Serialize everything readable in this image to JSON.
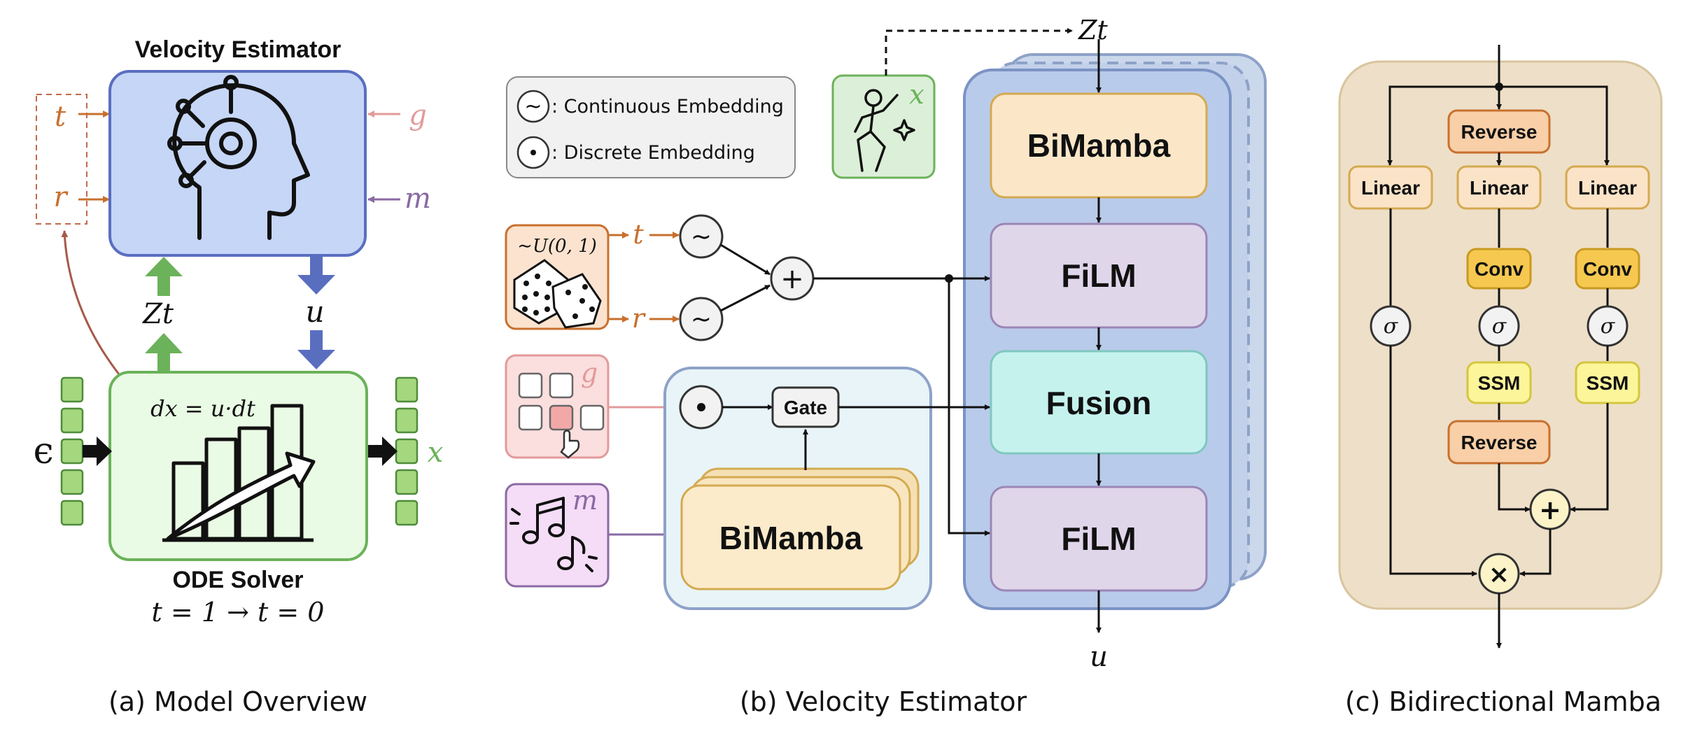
{
  "overview": {
    "velocity_title": "Velocity Estimator",
    "ode_title": "ODE Solver",
    "ode_equation": "dx = u·dt",
    "ode_time": "t = 1 → t = 0",
    "var_t": "t",
    "var_r": "r",
    "var_g": "g",
    "var_m": "m",
    "var_zt": "Zt",
    "var_u": "u",
    "var_eps": "ϵ",
    "var_x": "x",
    "caption": "(a) Model Overview"
  },
  "estimator": {
    "legend_continuous": ": Continuous Embedding",
    "legend_discrete": ": Discrete Embedding",
    "uniform_label": "∼U(0, 1)",
    "var_t": "t",
    "var_r": "r",
    "var_g": "g",
    "var_m": "m",
    "var_x": "x",
    "var_zt": "Zt",
    "var_u": "u",
    "plus": "+",
    "gate_label": "Gate",
    "bimamba_small": "BiMamba",
    "bimamba_top": "BiMamba",
    "film_1": "FiLM",
    "fusion": "Fusion",
    "film_2": "FiLM",
    "caption": "(b) Velocity Estimator"
  },
  "bimamba": {
    "reverse_top": "Reverse",
    "linear_left": "Linear",
    "linear_mid": "Linear",
    "linear_right": "Linear",
    "conv_mid": "Conv",
    "conv_right": "Conv",
    "sigma": "σ",
    "ssm_mid": "SSM",
    "ssm_right": "SSM",
    "reverse_bottom": "Reverse",
    "plus": "+",
    "times": "×",
    "caption": "(c) Bidirectional Mamba"
  },
  "colors": {
    "orange": "#c8702e",
    "pink": "#e39a9a",
    "purple": "#8a6aa3",
    "green": "#6bb25a",
    "blue": "#5a6ec0",
    "brown": "#a65a4a"
  }
}
